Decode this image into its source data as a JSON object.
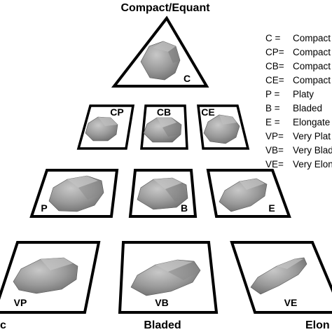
{
  "title": "Compact/Equant",
  "bottom_labels": {
    "left": "c",
    "center": "Bladed",
    "right": "Elon"
  },
  "shapes": [
    {
      "code": "C"
    },
    {
      "code": "CP"
    },
    {
      "code": "CB"
    },
    {
      "code": "CE"
    },
    {
      "code": "P"
    },
    {
      "code": "B"
    },
    {
      "code": "E"
    },
    {
      "code": "VP"
    },
    {
      "code": "VB"
    },
    {
      "code": "VE"
    }
  ],
  "legend": [
    {
      "abbr": "C =",
      "name": "Compact"
    },
    {
      "abbr": "CP=",
      "name": "Compact"
    },
    {
      "abbr": "CB=",
      "name": "Compact"
    },
    {
      "abbr": "CE=",
      "name": "Compact"
    },
    {
      "abbr": "P =",
      "name": "Platy"
    },
    {
      "abbr": "B =",
      "name": "Bladed"
    },
    {
      "abbr": "E =",
      "name": "Elongate"
    },
    {
      "abbr": "VP=",
      "name": "Very Plat"
    },
    {
      "abbr": "VB=",
      "name": "Very Blad"
    },
    {
      "abbr": "VE=",
      "name": "Very Elon"
    }
  ],
  "colors": {
    "particle_light": "#c4c4c4",
    "particle_mid": "#9a9a9a",
    "particle_dark": "#6e6e6e",
    "frame": "#000000"
  }
}
